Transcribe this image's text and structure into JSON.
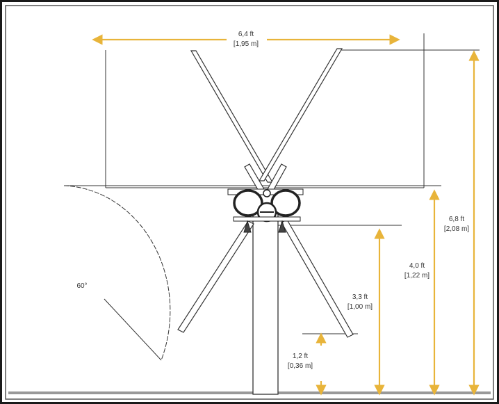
{
  "colors": {
    "frame": "#1a1a1a",
    "line": "#333333",
    "dimension": "#e8b43a",
    "ground": "#999999",
    "pole": "#ffffff"
  },
  "dimensions": {
    "top_width": {
      "imperial": "6,4 ft",
      "metric": "[1,95 m]"
    },
    "total_height": {
      "imperial": "6,8 ft",
      "metric": "[2,08 m]"
    },
    "crossbar_height": {
      "imperial": "4,0 ft",
      "metric": "[1,22 m]"
    },
    "arm_height": {
      "imperial": "3,3 ft",
      "metric": "[1,00 m]"
    },
    "lower_tip_height": {
      "imperial": "1,2 ft",
      "metric": "[0,36 m]"
    }
  },
  "angle_label": "60°"
}
